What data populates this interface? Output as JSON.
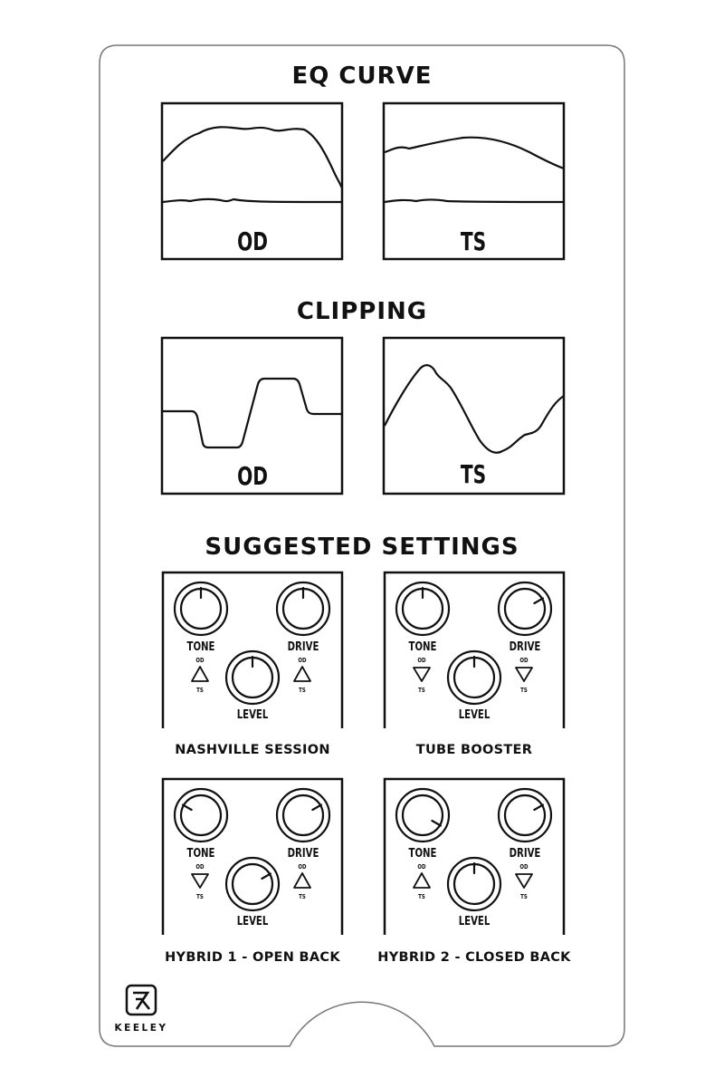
{
  "headings": {
    "eq": "EQ CURVE",
    "clipping": "CLIPPING",
    "settings": "SUGGESTED SETTINGS"
  },
  "eq_panels": [
    {
      "label": "OD"
    },
    {
      "label": "TS"
    }
  ],
  "clipping_panels": [
    {
      "label": "OD"
    },
    {
      "label": "TS"
    }
  ],
  "knob_labels": {
    "tone": "TONE",
    "drive": "DRIVE",
    "level": "LEVEL"
  },
  "switch_labels": {
    "top": "OD",
    "bottom": "TS"
  },
  "presets": [
    {
      "name": "NASHVILLE SESSION",
      "tone": 12,
      "drive": 12,
      "level": 12,
      "tone_switch": "OD",
      "drive_switch": "OD"
    },
    {
      "name": "TUBE BOOSTER",
      "tone": 12,
      "drive": 2,
      "level": 12,
      "tone_switch": "TS",
      "drive_switch": "TS"
    },
    {
      "name": "HYBRID 1 - OPEN BACK",
      "tone": 10,
      "drive": 2,
      "level": 2,
      "tone_switch": "TS",
      "drive_switch": "OD"
    },
    {
      "name": "HYBRID 2 - CLOSED BACK",
      "tone": 4,
      "drive": 2,
      "level": 12,
      "tone_switch": "OD",
      "drive_switch": "TS"
    }
  ],
  "brand": {
    "name": "KEELEY",
    "logo_glyph": "K"
  },
  "colors": {
    "ink": "#111111",
    "paper": "#ffffff",
    "card_border": "#777777"
  }
}
